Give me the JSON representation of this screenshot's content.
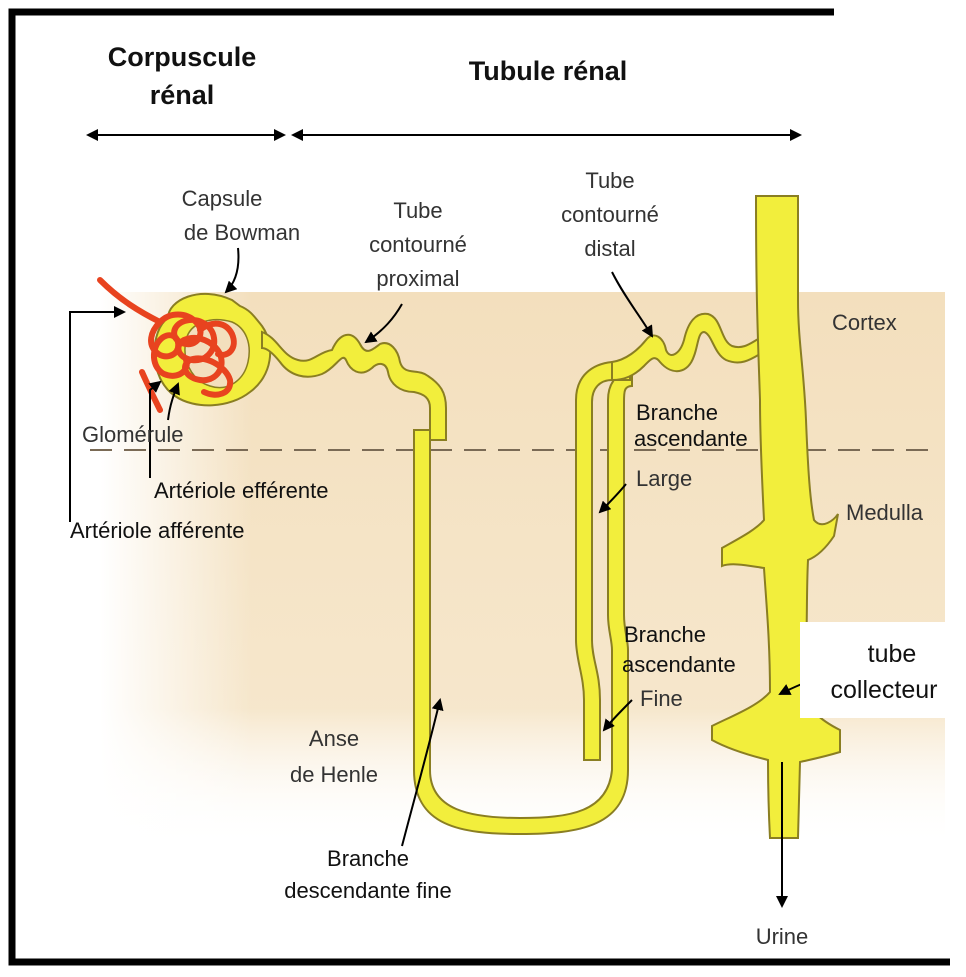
{
  "header": {
    "corpuscule_line1": "Corpuscule",
    "corpuscule_line2": "rénal",
    "tubule": "Tubule rénal"
  },
  "labels": {
    "capsule_line1": "Capsule",
    "capsule_line2": "de Bowman",
    "tcp_line1": "Tube",
    "tcp_line2": "contourné",
    "tcp_line3": "proximal",
    "tcd_line1": "Tube",
    "tcd_line2": "contourné",
    "tcd_line3": "distal",
    "cortex": "Cortex",
    "medulla": "Medulla",
    "glomerule": "Glomérule",
    "arteriole_efferente": "Artériole efférente",
    "arteriole_afferente": "Artériole afférente",
    "ba_large_line1": "Branche",
    "ba_large_line2": "ascendante",
    "ba_large_line3": "Large",
    "ba_fine_line1": "Branche",
    "ba_fine_line2": "ascendante",
    "ba_fine_line3": "Fine",
    "tube_collecteur_line1": "tube",
    "tube_collecteur_line2": "collecteur",
    "anse_line1": "Anse",
    "anse_line2": "de Henle",
    "bdf_line1": "Branche",
    "bdf_line2": "descendante fine",
    "urine": "Urine"
  },
  "colors": {
    "tubule_fill": "#f2ee3c",
    "tubule_outline": "#8a7e22",
    "glomerulus": "#e8431f",
    "tissue": "#f3dfbd",
    "border": "#000000"
  }
}
